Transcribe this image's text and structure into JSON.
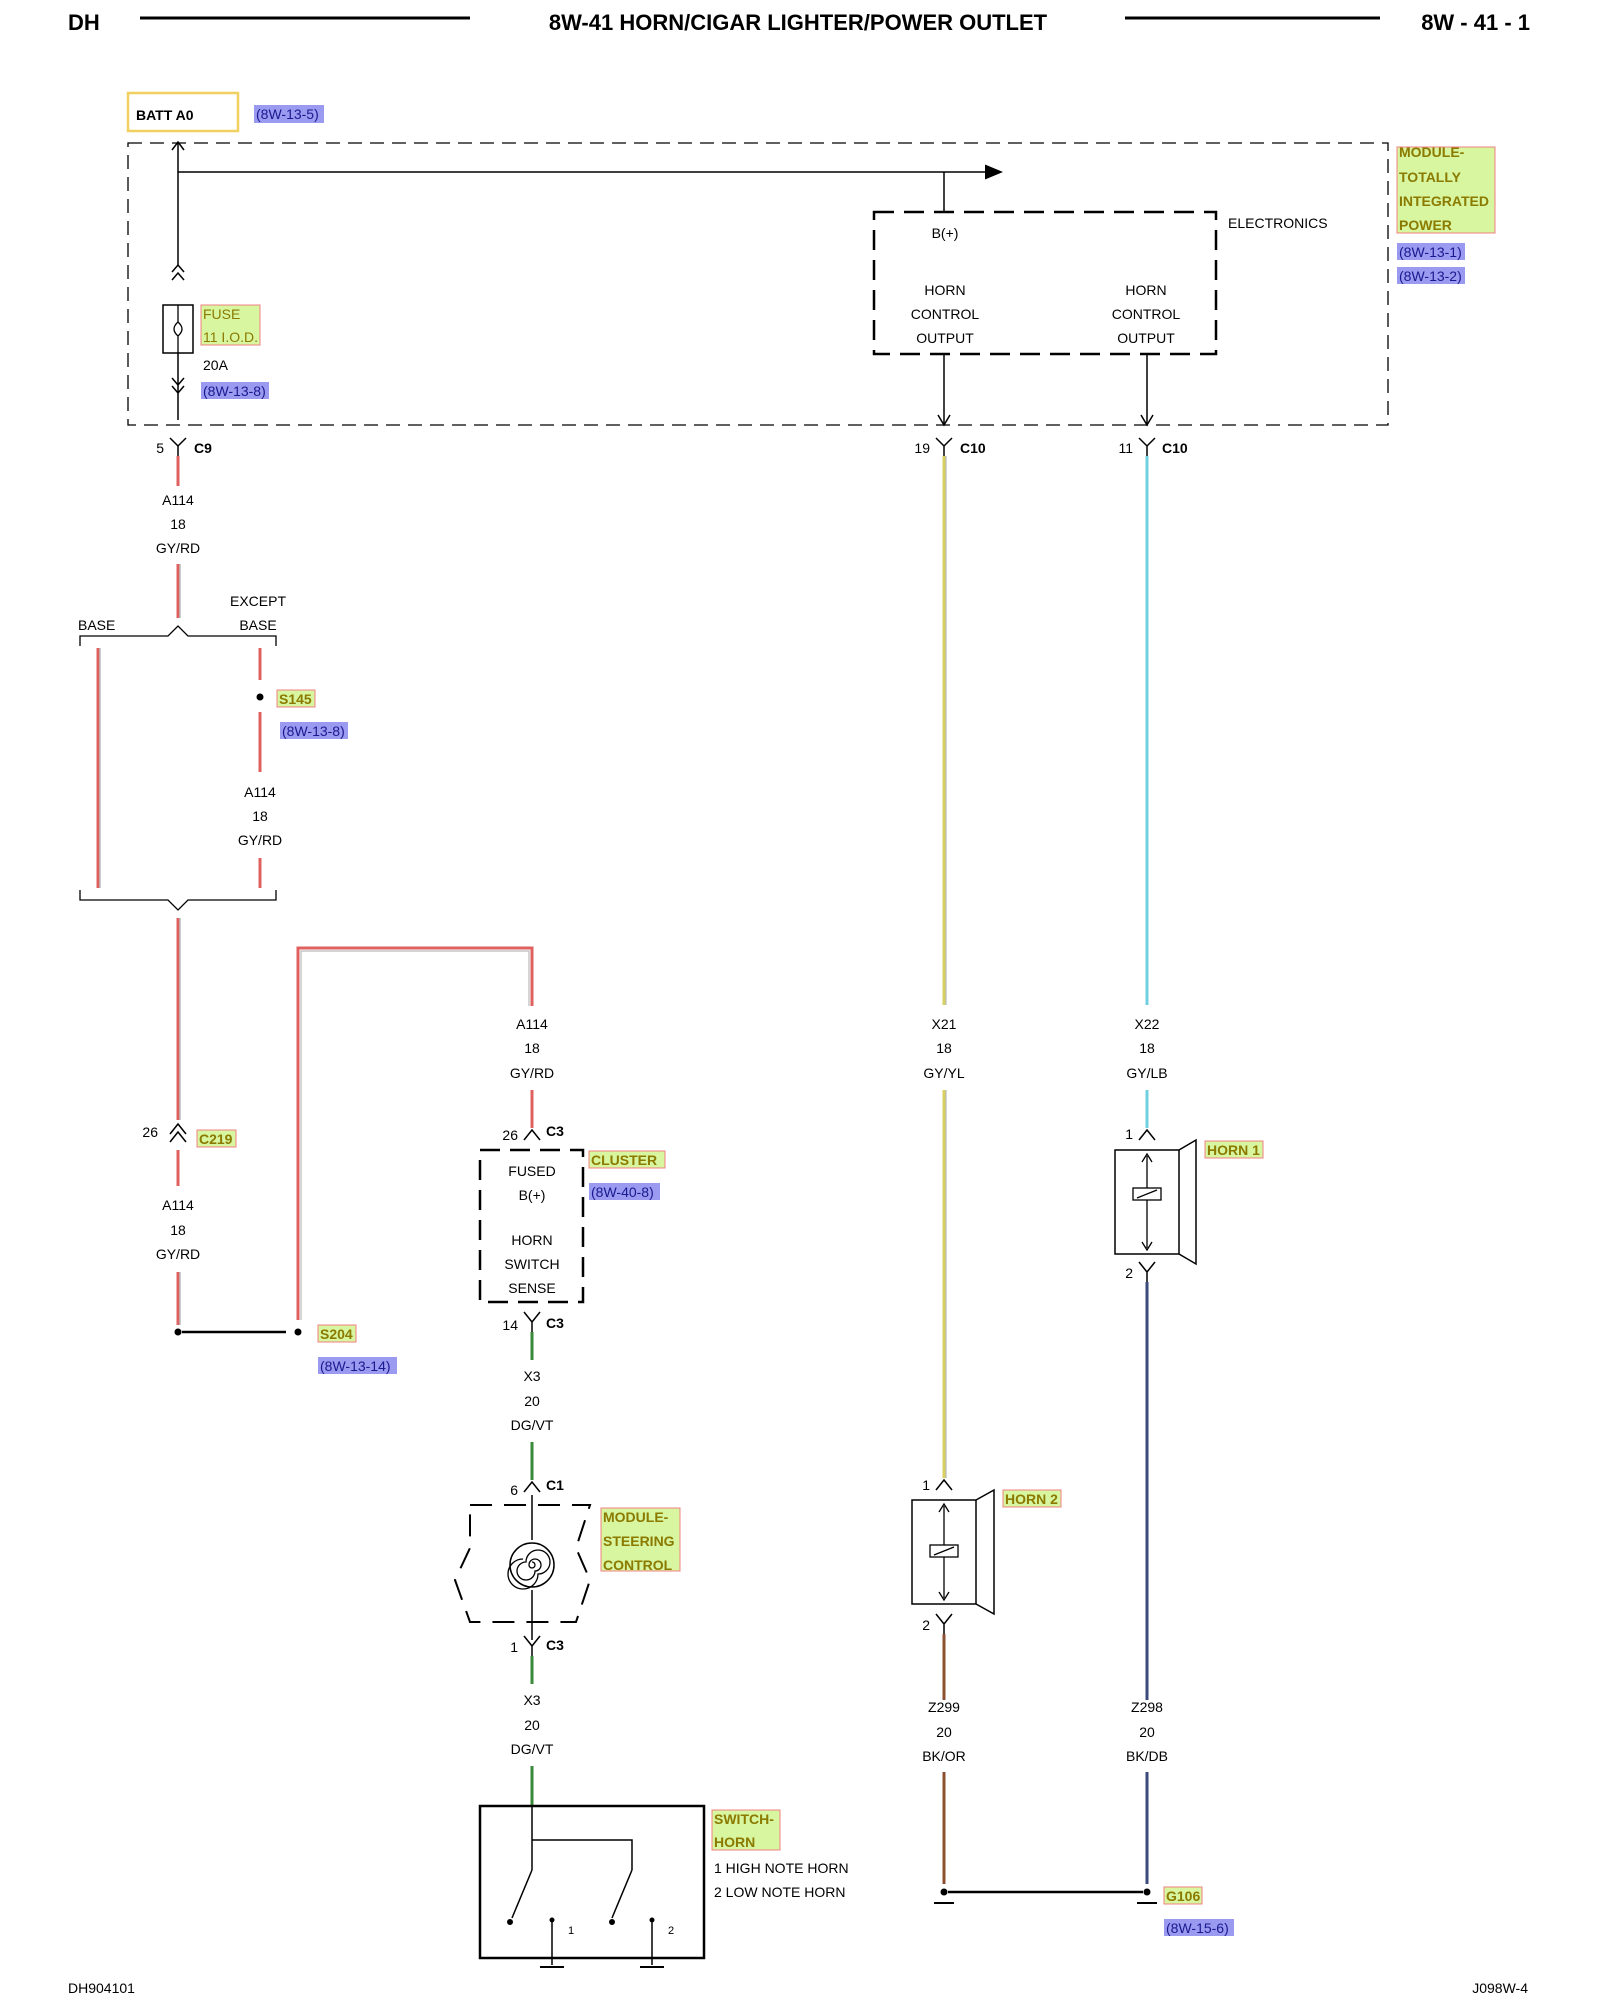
{
  "header": {
    "left": "DH",
    "title": "8W-41 HORN/CIGAR LIGHTER/POWER OUTLET",
    "page": "8W - 41 - 1"
  },
  "footer": {
    "left": "DH904101",
    "right": "J098W-4"
  },
  "batt": {
    "label": "BATT A0",
    "ref": "(8W-13-5)"
  },
  "tipm": {
    "title_lines": [
      "MODULE-",
      "TOTALLY",
      "INTEGRATED",
      "POWER"
    ],
    "refs": [
      "(8W-13-1)",
      "(8W-13-2)"
    ],
    "electronics": "ELECTRONICS",
    "b_plus": "B(+)",
    "out1": [
      "HORN",
      "CONTROL",
      "OUTPUT"
    ],
    "out2": [
      "HORN",
      "CONTROL",
      "OUTPUT"
    ]
  },
  "fuse": {
    "lines": [
      "FUSE",
      "11 I.O.D."
    ],
    "rating": "20A",
    "ref": "(8W-13-8)"
  },
  "connectors": {
    "c9": {
      "pin": "5",
      "name": "C9"
    },
    "c10a": {
      "pin": "19",
      "name": "C10"
    },
    "c10b": {
      "pin": "11",
      "name": "C10"
    },
    "c219": {
      "pin": "26",
      "name": "C219"
    },
    "c3top": {
      "pin": "26",
      "name": "C3"
    },
    "c3bot": {
      "pin": "14",
      "name": "C3"
    },
    "c1": {
      "pin": "6",
      "name": "C1"
    },
    "c3sc": {
      "pin": "1",
      "name": "C3"
    }
  },
  "wires": {
    "a114_1": [
      "A114",
      "18",
      "GY/RD"
    ],
    "a114_2": [
      "A114",
      "18",
      "GY/RD"
    ],
    "a114_3": [
      "A114",
      "18",
      "GY/RD"
    ],
    "a114_4": [
      "A114",
      "18",
      "GY/RD"
    ],
    "x21": [
      "X21",
      "18",
      "GY/YL"
    ],
    "x22": [
      "X22",
      "18",
      "GY/LB"
    ],
    "x3a": [
      "X3",
      "20",
      "DG/VT"
    ],
    "x3b": [
      "X3",
      "20",
      "DG/VT"
    ],
    "z299": [
      "Z299",
      "20",
      "BK/OR"
    ],
    "z298": [
      "Z298",
      "20",
      "BK/DB"
    ]
  },
  "splits": {
    "base": "BASE",
    "except": [
      "EXCEPT",
      "BASE"
    ]
  },
  "splices": {
    "s145": {
      "name": "S145",
      "ref": "(8W-13-8)"
    },
    "s204": {
      "name": "S204",
      "ref": "(8W-13-14)"
    }
  },
  "cluster": {
    "name": "CLUSTER",
    "ref": "(8W-40-8)",
    "pin_top": [
      "FUSED",
      "B(+)"
    ],
    "pin_bot": [
      "HORN",
      "SWITCH",
      "SENSE"
    ]
  },
  "steering": {
    "lines": [
      "MODULE-",
      "STEERING",
      "CONTROL"
    ]
  },
  "switch": {
    "lines": [
      "SWITCH-",
      "HORN"
    ],
    "legend": [
      "1 HIGH NOTE HORN",
      "2 LOW NOTE HORN"
    ],
    "pins": [
      "1",
      "2"
    ]
  },
  "horn1": {
    "name": "HORN 1",
    "pin_top": "1",
    "pin_bot": "2"
  },
  "horn2": {
    "name": "HORN 2",
    "pin_top": "1",
    "pin_bot": "2"
  },
  "ground": {
    "name": "G106",
    "ref": "(8W-15-6)"
  },
  "colors": {
    "gy_rd": "#e06060",
    "gy_yl": "#d8d060",
    "gy_lb": "#70d0e0",
    "dg_vt": "#3a8a3a",
    "bk_or": "#8a5030",
    "bk_db": "#3a4a7a",
    "label_bg": "#d8f5a0",
    "label_border": "#f08080",
    "ref_bg": "#9a9af0"
  }
}
